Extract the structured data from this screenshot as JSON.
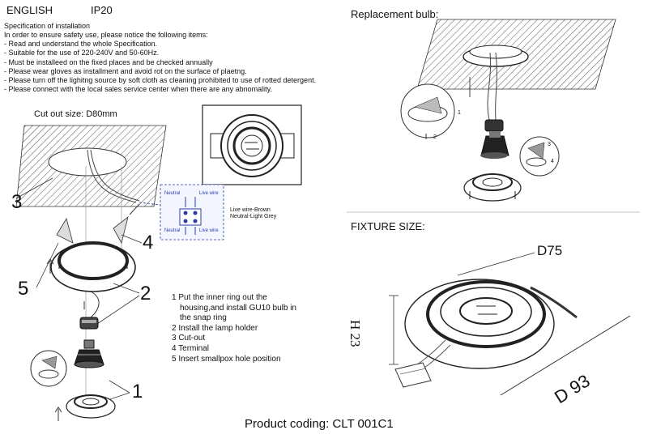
{
  "header": {
    "language": "ENGLISH",
    "ip_rating": "IP20"
  },
  "specification": {
    "title": "Specification of installation",
    "lines": [
      "In order to ensure safety use, please notice the following items:",
      "- Read and understand the whole Specification.",
      "- Suitable for the use of 220-240V and 50-60Hz.",
      "- Must be installeed on the fixed places and be checked annually",
      "- Please wear gloves as installment and avoid rot on the surface of plaetng.",
      "- Please turn off the lighitng source by soft cloth as cleaning prohibited to use of rotted detergent.",
      "- Please connect with the local sales service center when there are any abnomality."
    ]
  },
  "install_diagram": {
    "cutout_label": "Cut out size: D80mm",
    "callouts": {
      "c1": "1",
      "c2": "2",
      "c3": "3",
      "c4": "4",
      "c5": "5"
    },
    "wiring": {
      "neutral_top": "Neutral",
      "live_top": "Live wire",
      "neutral_bottom": "Neutral",
      "live_bottom": "Live wire",
      "note_line1": "Live wire-Brown",
      "note_line2": "Neutral-Light Grey"
    },
    "legend": [
      "1 Put the inner ring out the",
      "housing,and install GU10 bulb in",
      "the snap ring",
      "2 Install the lamp holder",
      "3 Cut-out",
      "4 Terminal",
      "5 Insert smallpox hole position"
    ]
  },
  "replacement": {
    "title": "Replacement bulb:",
    "steps": {
      "s1": "1",
      "s2": "2",
      "s3": "3",
      "s4": "4"
    }
  },
  "fixture_size": {
    "title": "FIXTURE SIZE:",
    "d75": "D75",
    "h23": "H 23",
    "d93": "D 93"
  },
  "footer": {
    "product_coding": "Product coding: CLT 001C1"
  }
}
